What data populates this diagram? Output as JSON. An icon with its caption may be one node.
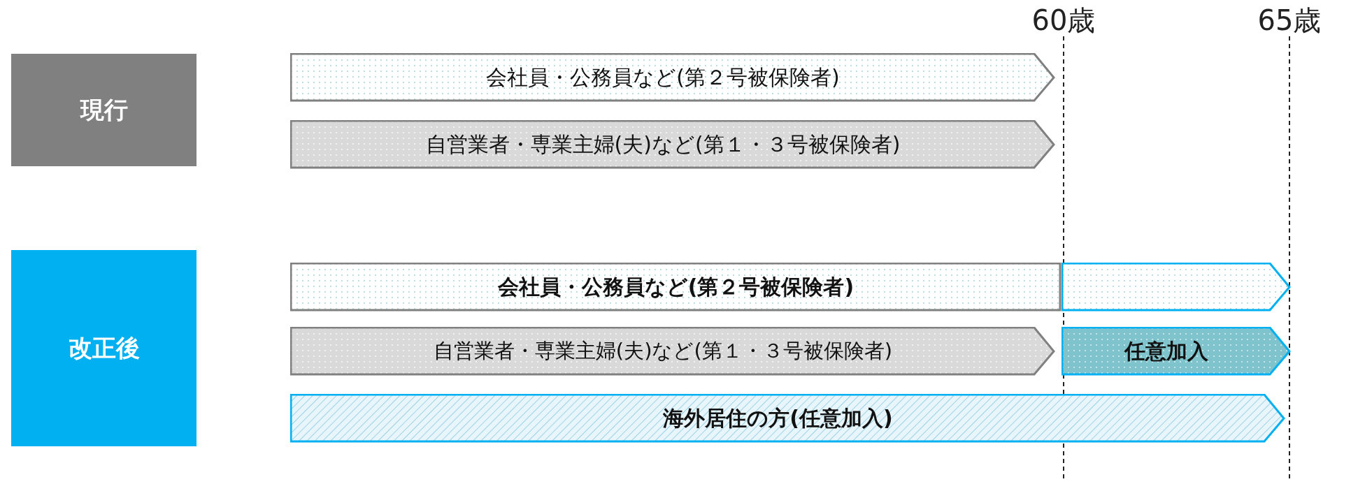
{
  "diagram": {
    "nodes": [
      {
        "text": [
          "現行"
        ]
      },
      {
        "text": [
          "会社員・公務員など(第２号被保険者)"
        ]
      },
      {
        "text": [
          "自営業者・専業主婦(夫)など(第１・３号被保険者)"
        ]
      },
      {
        "text": [
          "改正後"
        ]
      },
      {
        "text": [
          "会社員・公務員など(第２号被保険者)"
        ]
      },
      {
        "text": [],
        "shape": "pentagon"
      },
      {
        "text": [
          "自営業者・専業主婦(夫)など(第１・３号被保険者)"
        ]
      },
      {
        "text": [
          "任意加入"
        ]
      },
      {
        "text": [
          "海外居住の方(任意加入)"
        ]
      }
    ],
    "edges": [],
    "labels": [
      "60歳",
      "65歳"
    ]
  }
}
